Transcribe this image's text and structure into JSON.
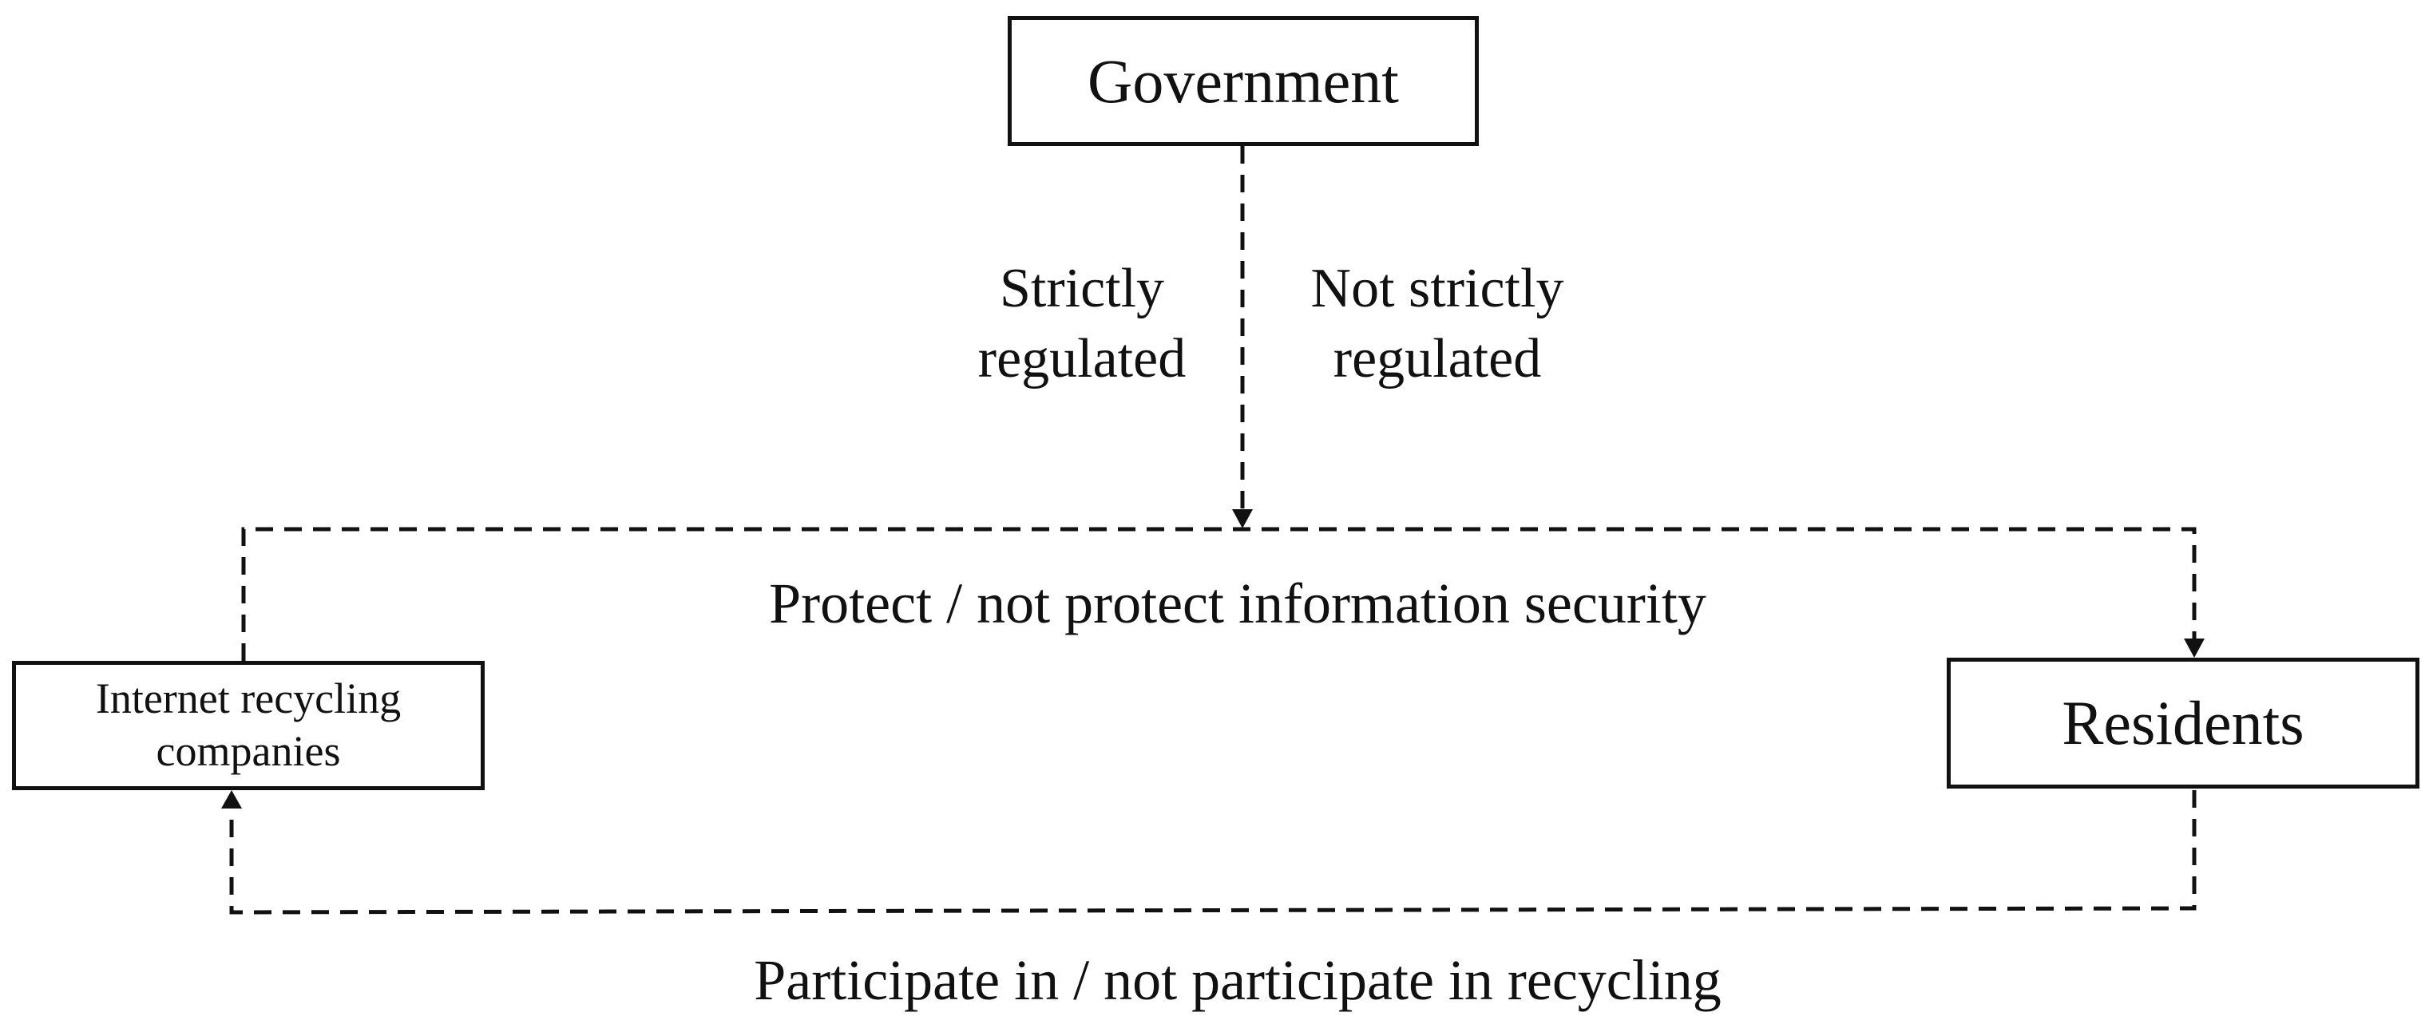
{
  "nodes": {
    "government": "Government",
    "companies": {
      "line1": "Internet recycling",
      "line2": "companies"
    },
    "residents": "Residents"
  },
  "edges": {
    "regulation": {
      "left": {
        "line1": "Strictly",
        "line2": "regulated"
      },
      "right": {
        "line1": "Not strictly",
        "line2": "regulated"
      }
    },
    "security": "Protect / not protect information security",
    "recycling": "Participate in / not participate in recycling"
  },
  "colors": {
    "stroke": "#111111",
    "background": "#ffffff"
  }
}
